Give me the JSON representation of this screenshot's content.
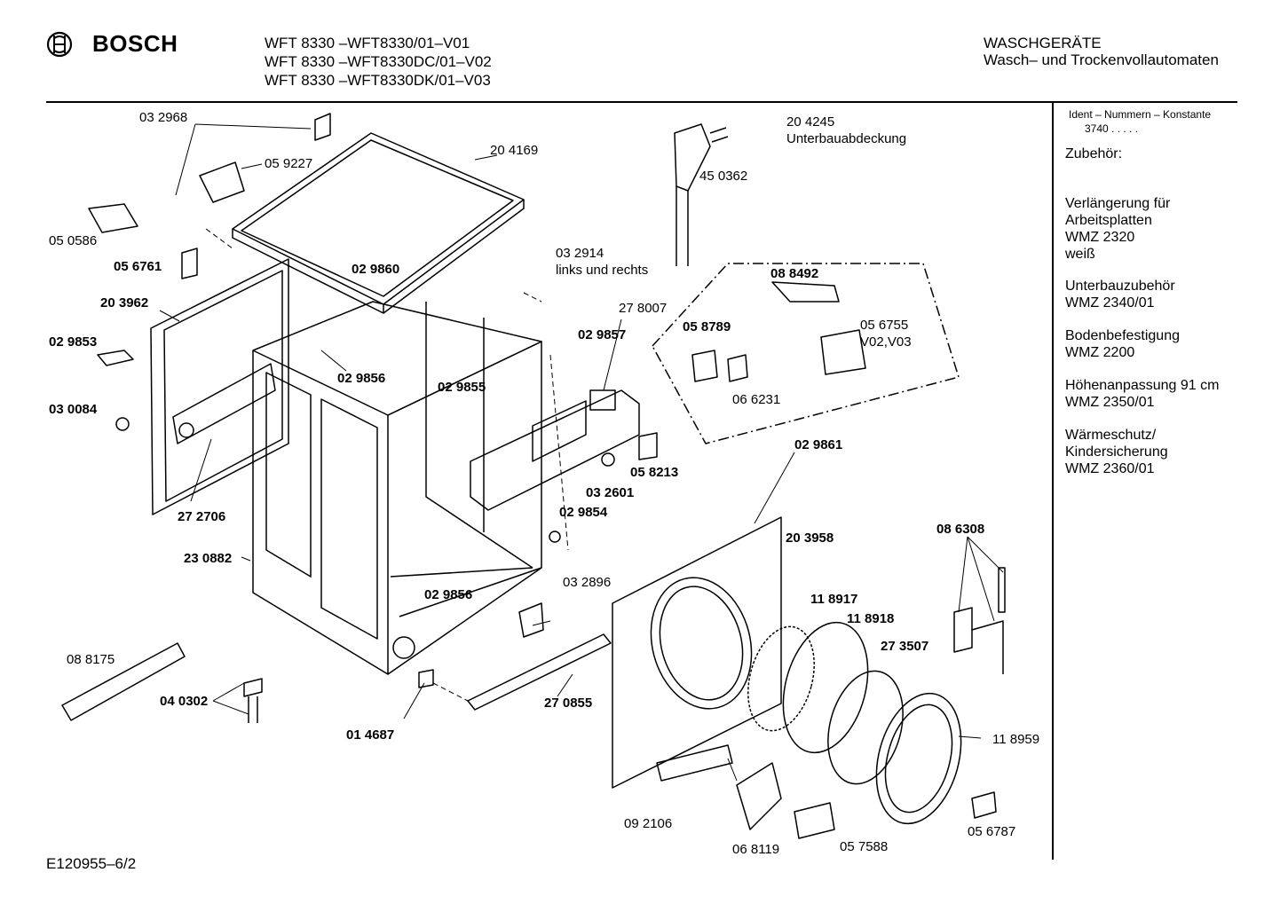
{
  "header": {
    "brand": "BOSCH",
    "models": [
      "WFT 8330 –WFT8330/01–V01",
      "WFT 8330 –WFT8330DC/01–V02",
      "WFT 8330 –WFT8330DK/01–V03"
    ],
    "category": "WASCHGERÄTE",
    "subcategory": "Wasch– und Trockenvollautomaten"
  },
  "sidebar": {
    "ident_label": "Ident – Nummern – Konstante",
    "ident_value": "3740",
    "accessories_title": "Zubehör:",
    "items": [
      {
        "lines": [
          "Verlängerung für",
          "Arbeitsplatten",
          "WMZ 2320",
          "weiß"
        ]
      },
      {
        "lines": [
          "Unterbauzubehör",
          "WMZ 2340/01"
        ]
      },
      {
        "lines": [
          "Bodenbefestigung",
          "WMZ 2200"
        ]
      },
      {
        "lines": [
          "Höhenanpassung 91 cm",
          "WMZ 2350/01"
        ]
      },
      {
        "lines": [
          "Wärmeschutz/",
          "Kindersicherung",
          "WMZ 2360/01"
        ]
      }
    ]
  },
  "parts": {
    "p032968": "03 2968",
    "p059227": "05 9227",
    "p204169": "20 4169",
    "p050586": "05 0586",
    "p056761": "05 6761",
    "p203962": "20 3962",
    "p029853": "02 9853",
    "p030084": "03 0084",
    "p029860": "02 9860",
    "p029856a": "02 9856",
    "p272706": "27 2706",
    "p230882": "23 0882",
    "p204245": "20 4245",
    "p204245_desc": "Unterbauabdeckung",
    "p450362": "45 0362",
    "p032914": "03 2914",
    "p032914_desc": "links und rechts",
    "p278007": "27 8007",
    "p029857": "02 9857",
    "p029855": "02 9855",
    "p088492": "08 8492",
    "p058789": "05 8789",
    "p056755": "05 6755",
    "p056755_desc": "V02,V03",
    "p066231": "06 6231",
    "p058213": "05 8213",
    "p032601": "03 2601",
    "p029854": "02 9854",
    "p029861": "02 9861",
    "p203958": "20 3958",
    "p086308": "08 6308",
    "p029856b": "02 9856",
    "p032896": "03 2896",
    "p118917": "11 8917",
    "p118918": "11 8918",
    "p273507": "27 3507",
    "p088175": "08 8175",
    "p040302": "04 0302",
    "p270855": "27 0855",
    "p014687": "01 4687",
    "p118959": "11 8959",
    "p092106": "09 2106",
    "p068119": "06 8119",
    "p057588": "05 7588",
    "p056787": "05 6787"
  },
  "footer": {
    "code": "E120955–6/2"
  }
}
